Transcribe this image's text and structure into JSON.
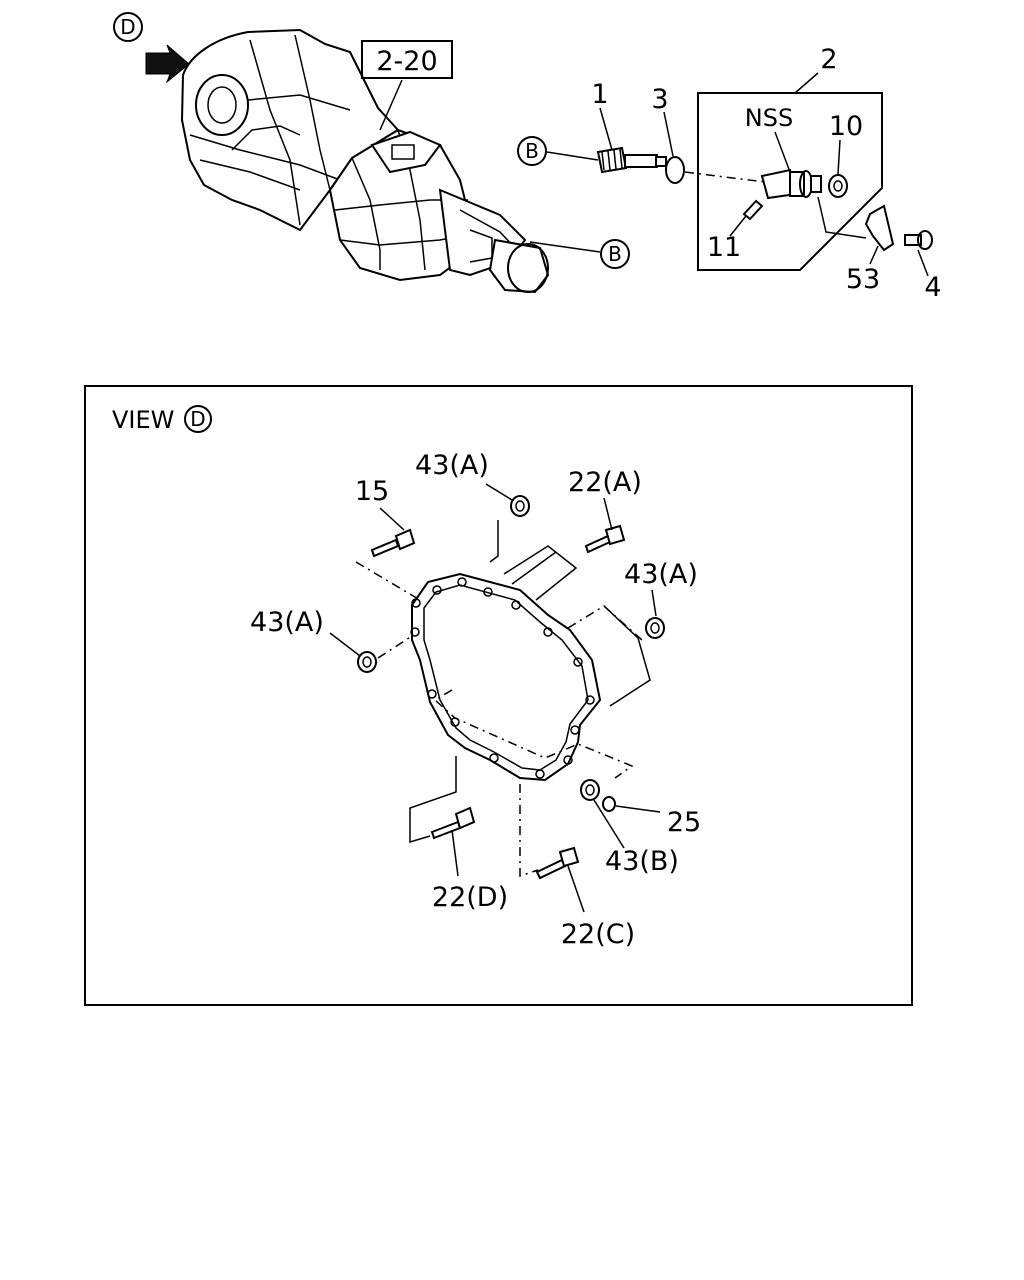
{
  "top": {
    "view_marker": "D",
    "assembly_ref": "2-20",
    "ref_b_1": "B",
    "ref_b_2": "B",
    "callouts": {
      "c1": "1",
      "c2": "2",
      "c3": "3",
      "c4": "4",
      "c10": "10",
      "c11": "11",
      "c53": "53",
      "nss": "NSS"
    }
  },
  "view_panel": {
    "title": "VIEW",
    "title_marker": "D",
    "callouts": {
      "c15": "15",
      "c43a_top": "43(A)",
      "c22a": "22(A)",
      "c43a_right": "43(A)",
      "c43a_left": "43(A)",
      "c25": "25",
      "c43b": "43(B)",
      "c22d": "22(D)",
      "c22c": "22(C)"
    }
  }
}
